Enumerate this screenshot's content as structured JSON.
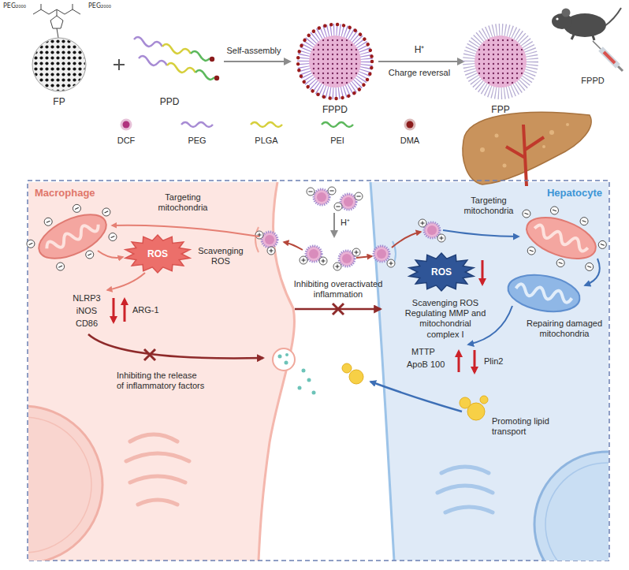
{
  "diagram": {
    "nodes": [
      {
        "text": [
          "Macrophage"
        ]
      },
      {
        "text": [
          "ROS"
        ],
        "in": 0
      },
      {
        "text": [
          "Hepatocyte"
        ]
      },
      {
        "text": [
          "ROS"
        ],
        "in": 2
      }
    ],
    "edges": [
      {
        "from": 0,
        "to": 2,
        "arrow": "to",
        "label": "Inhibiting overactivated inflammation"
      }
    ],
    "labels": [
      "PEG₂₀₀₀",
      "PEG₂₀₀₀",
      "FP",
      "PPD",
      "Self-assembly",
      "FPPD",
      "H⁺",
      "Charge reversal",
      "FPP",
      "FPPD",
      "Targeting mitochondria",
      "Scavenging ROS",
      "NLRP3",
      "iNOS",
      "CD86",
      "ARG-1",
      "Inhibiting the release of inflammatory factors",
      "H⁺",
      "Targeting mitochondria",
      "Scavenging ROS Regulating MMP and mitochondrial complex I",
      "Repairing damaged mitochondria",
      "MTTP",
      "ApoB 100",
      "Plin2",
      "Promoting lipid transport"
    ],
    "legend": [
      {
        "text": "DCF",
        "color": "#b0327e"
      },
      {
        "text": "PEG"
      },
      {
        "text": "PLGA"
      },
      {
        "text": "PEI"
      },
      {
        "text": "DMA",
        "color": "#8b1c1c"
      }
    ]
  }
}
